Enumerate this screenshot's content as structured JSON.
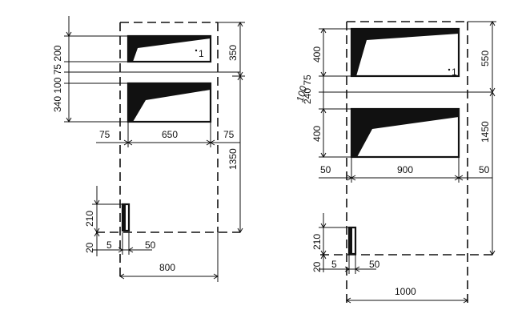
{
  "colors": {
    "ink": "#111111",
    "paper": "#ffffff"
  },
  "left_drawing": {
    "top_panel_mark": "1",
    "dims_left_top": "340 100 75 200",
    "dim_right_top": "350",
    "dim_right_mid": "1350",
    "dim_side_left": "75",
    "dim_width": "650",
    "dim_side_right": "75",
    "dim_small_height": "210",
    "dim_small_base": "20",
    "dim_small_offset": "5",
    "dim_small_gap": "50",
    "dim_total_width": "800"
  },
  "right_drawing": {
    "top_panel_mark": "1",
    "dim_upper_height": "400",
    "dims_middle": "240 75",
    "dim_middle_slash": "100",
    "dim_lower_height": "400",
    "dim_right_top": "550",
    "dim_right_mid": "1450",
    "dim_side_left": "50",
    "dim_width": "900",
    "dim_side_right": "50",
    "dim_small_height": "210",
    "dim_small_base": "20",
    "dim_small_offset": "5",
    "dim_small_gap": "50",
    "dim_total_width": "1000"
  }
}
